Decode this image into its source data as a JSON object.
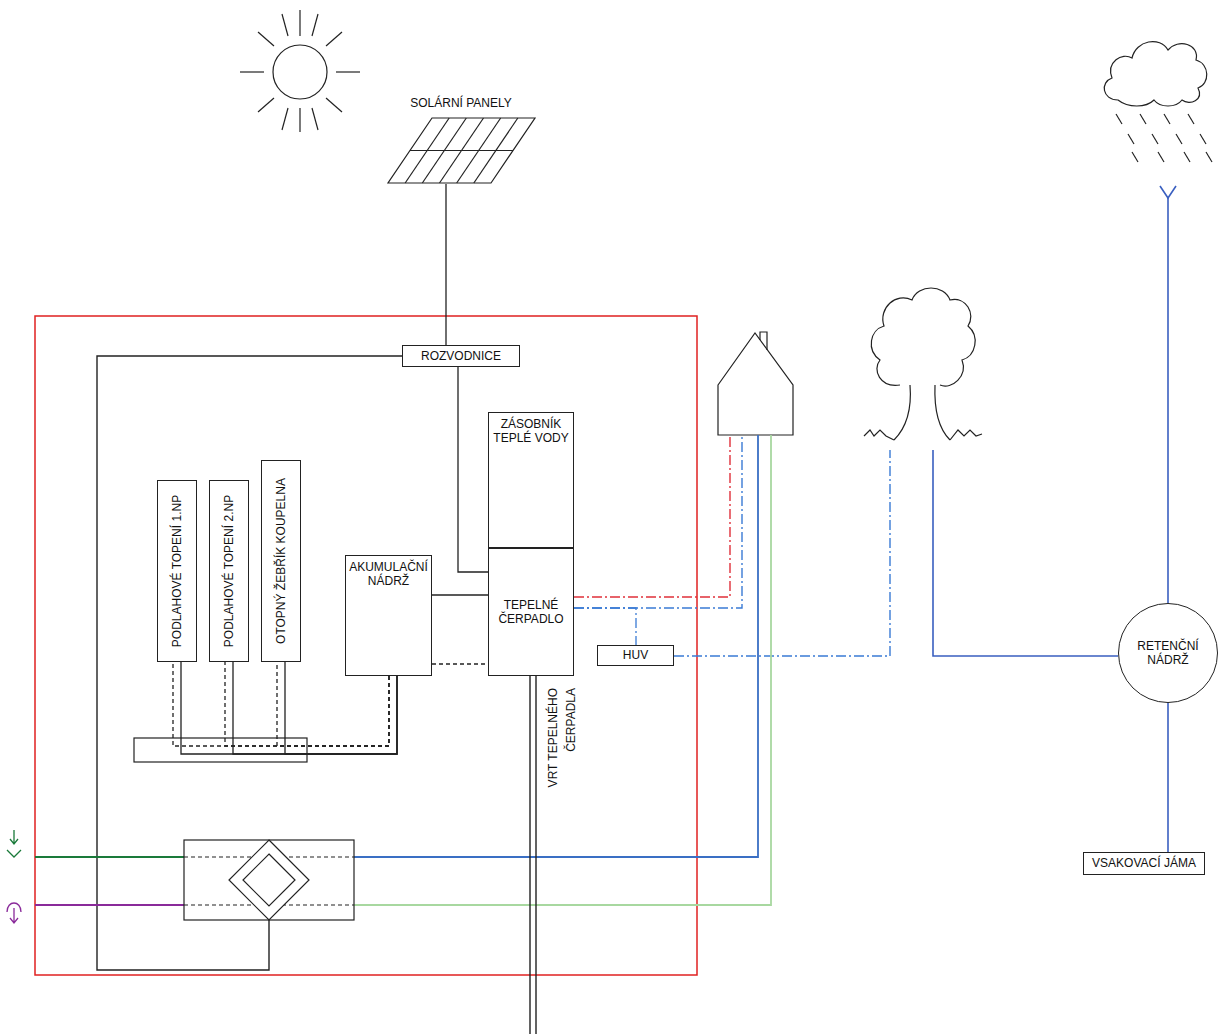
{
  "diagram": {
    "nodes": [
      {
        "text": [
          "SOLÁRNÍ PANELY"
        ]
      },
      {
        "text": [
          "ROZVODNICE"
        ]
      },
      {
        "text": [
          "ZÁSOBNÍK TEPLÉ VODY"
        ]
      },
      {
        "text": [
          "TEPELNÉ ČERPADLO"
        ]
      },
      {
        "text": [
          "AKUMULAČNÍ NÁDRŽ"
        ]
      },
      {
        "text": [
          "PODLAHOVÉ TOPENÍ 1.NP"
        ]
      },
      {
        "text": [
          "PODLAHOVÉ TOPENÍ 2.NP"
        ]
      },
      {
        "text": [
          "OTOPNÝ ŽEBŘÍK KOUPELNA"
        ]
      },
      {
        "text": [
          "HUV"
        ]
      },
      {
        "text": [
          "RETENČNÍ NÁDRŽ"
        ]
      },
      {
        "text": [
          "VSAKOVACÍ JÁMA"
        ]
      }
    ],
    "edges": [
      {
        "from": 0,
        "to": 1,
        "arrow": "none"
      },
      {
        "from": 1,
        "to": 3,
        "arrow": "none"
      },
      {
        "from": 4,
        "to": 3,
        "arrow": "none"
      },
      {
        "from": 4,
        "to": 3,
        "arrow": "none"
      },
      {
        "from": 4,
        "to": 5,
        "arrow": "none"
      },
      {
        "from": 4,
        "to": 6,
        "arrow": "none"
      },
      {
        "from": 4,
        "to": 7,
        "arrow": "none"
      },
      {
        "from": 3,
        "to": 8,
        "arrow": "none"
      },
      {
        "from": 9,
        "to": 10,
        "arrow": "none"
      }
    ],
    "labels": [
      "VRT TEPELNÉHO ČERPADLA"
    ]
  }
}
